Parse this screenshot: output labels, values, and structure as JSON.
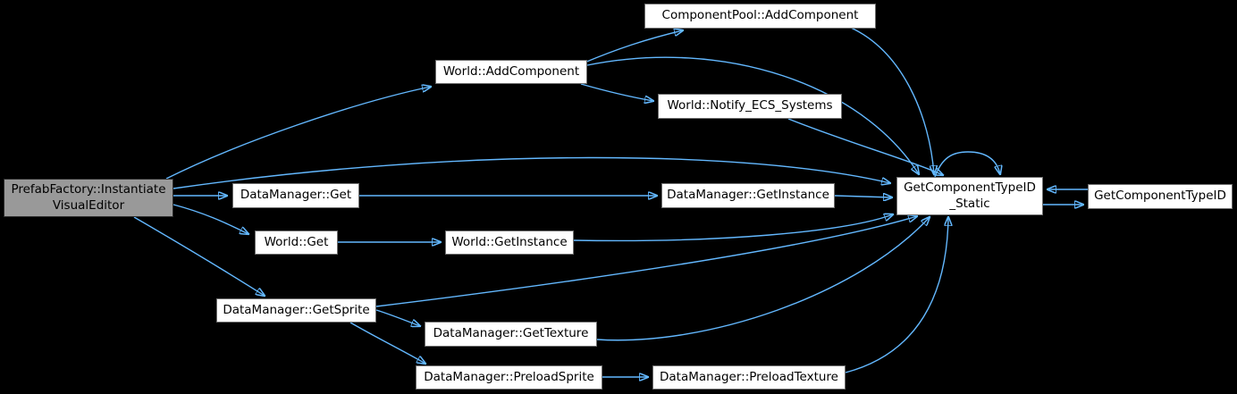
{
  "diagram": {
    "type": "call-graph",
    "background_color": "#000000",
    "edge_color": "#63b8ff",
    "node_fill_color": "#ffffff",
    "node_border_color": "#6e6e6e",
    "highlighted_node_fill_color": "#999999",
    "nodes": {
      "prefab_factory_instantiate_visual_editor": "PrefabFactory::Instantiate\nVisualEditor",
      "component_pool_add_component": "ComponentPool::AddComponent",
      "world_add_component": "World::AddComponent",
      "world_notify_ecs_systems": "World::Notify_ECS_Systems",
      "data_manager_get": "DataManager::Get",
      "data_manager_get_instance": "DataManager::GetInstance",
      "get_component_type_id_static": "GetComponentTypeID\n_Static",
      "get_component_type_id": "GetComponentTypeID",
      "world_get": "World::Get",
      "world_get_instance": "World::GetInstance",
      "data_manager_get_sprite": "DataManager::GetSprite",
      "data_manager_get_texture": "DataManager::GetTexture",
      "data_manager_preload_sprite": "DataManager::PreloadSprite",
      "data_manager_preload_texture": "DataManager::PreloadTexture"
    },
    "edges": [
      {
        "from": "prefab_factory_instantiate_visual_editor",
        "to": "world_add_component"
      },
      {
        "from": "prefab_factory_instantiate_visual_editor",
        "to": "get_component_type_id_static"
      },
      {
        "from": "prefab_factory_instantiate_visual_editor",
        "to": "data_manager_get"
      },
      {
        "from": "prefab_factory_instantiate_visual_editor",
        "to": "world_get"
      },
      {
        "from": "prefab_factory_instantiate_visual_editor",
        "to": "data_manager_get_sprite"
      },
      {
        "from": "world_add_component",
        "to": "component_pool_add_component"
      },
      {
        "from": "world_add_component",
        "to": "world_notify_ecs_systems"
      },
      {
        "from": "world_add_component",
        "to": "get_component_type_id_static"
      },
      {
        "from": "component_pool_add_component",
        "to": "get_component_type_id_static"
      },
      {
        "from": "world_notify_ecs_systems",
        "to": "get_component_type_id_static"
      },
      {
        "from": "data_manager_get",
        "to": "data_manager_get_instance"
      },
      {
        "from": "data_manager_get_instance",
        "to": "get_component_type_id_static"
      },
      {
        "from": "world_get",
        "to": "world_get_instance"
      },
      {
        "from": "world_get_instance",
        "to": "get_component_type_id_static"
      },
      {
        "from": "data_manager_get_sprite",
        "to": "data_manager_get_texture"
      },
      {
        "from": "data_manager_get_sprite",
        "to": "data_manager_preload_sprite"
      },
      {
        "from": "data_manager_get_sprite",
        "to": "get_component_type_id_static"
      },
      {
        "from": "data_manager_get_texture",
        "to": "get_component_type_id_static"
      },
      {
        "from": "data_manager_preload_sprite",
        "to": "data_manager_preload_texture"
      },
      {
        "from": "data_manager_preload_texture",
        "to": "get_component_type_id_static"
      },
      {
        "from": "get_component_type_id_static",
        "to": "get_component_type_id"
      },
      {
        "from": "get_component_type_id",
        "to": "get_component_type_id_static"
      },
      {
        "from": "get_component_type_id_static",
        "to": "get_component_type_id_static"
      }
    ]
  }
}
